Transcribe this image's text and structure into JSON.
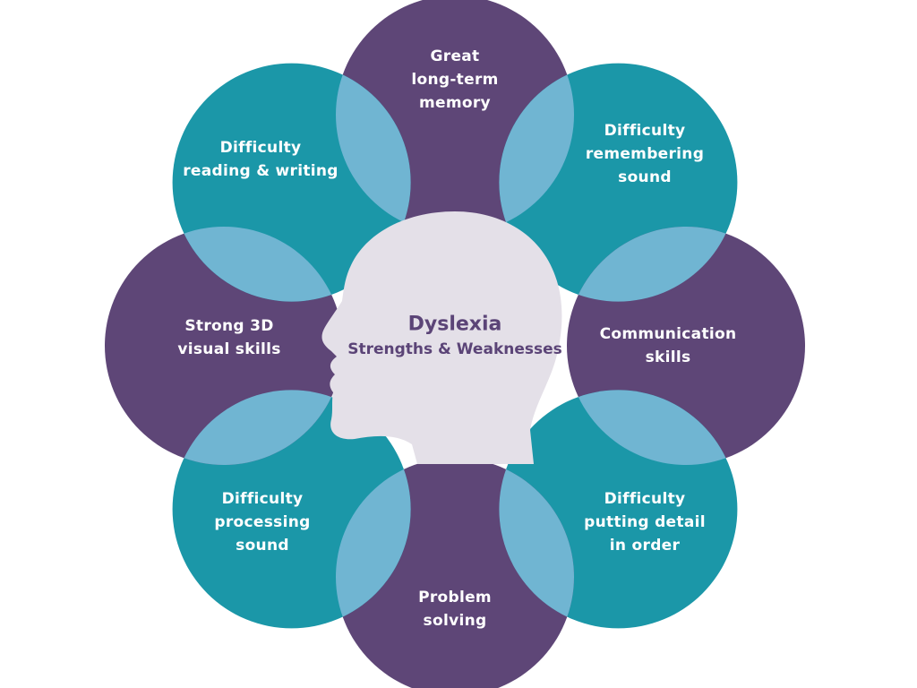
{
  "colors": {
    "purple": "#5e4677",
    "teal": "#1b97a8",
    "overlap": "#70b5d2",
    "head": "#e4e0e8",
    "center_text": "#5b4477"
  },
  "center": {
    "title": "Dyslexia",
    "subtitle": "Strengths & Weaknesses",
    "icon": "head-profile-icon"
  },
  "petals": [
    {
      "key": "top",
      "color": "purple",
      "lines": [
        "Great",
        "long-term",
        "memory"
      ]
    },
    {
      "key": "top-right",
      "color": "teal",
      "lines": [
        "Difficulty",
        "remembering",
        "sound"
      ]
    },
    {
      "key": "right",
      "color": "purple",
      "lines": [
        "Communication",
        "skills"
      ]
    },
    {
      "key": "bottom-right",
      "color": "teal",
      "lines": [
        "Difficulty",
        "putting detail",
        "in order"
      ]
    },
    {
      "key": "bottom",
      "color": "purple",
      "lines": [
        "Problem",
        "solving"
      ]
    },
    {
      "key": "bottom-left",
      "color": "teal",
      "lines": [
        "Difficulty",
        "processing",
        "sound"
      ]
    },
    {
      "key": "left",
      "color": "purple",
      "lines": [
        "Strong 3D",
        "visual skills"
      ]
    },
    {
      "key": "top-left",
      "color": "teal",
      "lines": [
        "Difficulty",
        "reading & writing"
      ]
    }
  ]
}
